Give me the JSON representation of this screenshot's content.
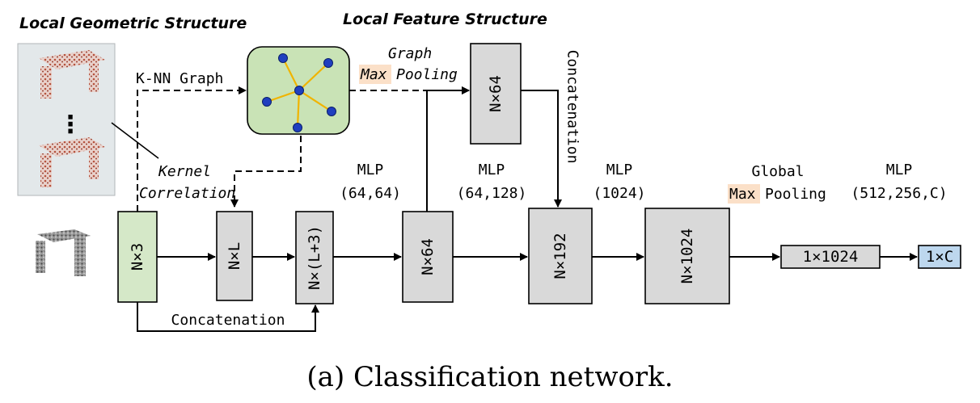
{
  "headings": {
    "geometric": "Local Geometric Structure",
    "feature": "Local Feature Structure"
  },
  "labels": {
    "knn": "K-NN Graph",
    "graph": "Graph",
    "max1": "Max",
    "pooling1": "Pooling",
    "kernel": "Kernel",
    "correlation": "Correlation",
    "concat_vertical": "Concatenation",
    "concat_bottom": "Concatenation",
    "mlp1": "MLP",
    "mlp1_params": "(64,64)",
    "mlp2": "MLP",
    "mlp2_params": "(64,128)",
    "mlp3": "MLP",
    "mlp3_params": "(1024)",
    "global": "Global",
    "max2": "Max",
    "pooling2": "Pooling",
    "mlp4": "MLP",
    "mlp4_params": "(512,256,C)",
    "dots": "⋮"
  },
  "blocks": {
    "n3": "N×3",
    "nl": "N×L",
    "nl3": "N×(L+3)",
    "n64": "N×64",
    "n64_top": "N×64",
    "n192": "N×192",
    "n1024": "N×1024",
    "g1024": "1×1024",
    "out": "1×C"
  },
  "caption": "(a) Classification network.",
  "colors": {
    "green_block": "#d5e8c8",
    "gray_block": "#d9d9d9",
    "blue_block": "#bdd7ee",
    "max_highlight": "#fbe0c8",
    "graph_panel": "#c9e3b6",
    "graph_node": "#1f3fbf",
    "graph_edge": "#f0b400"
  }
}
